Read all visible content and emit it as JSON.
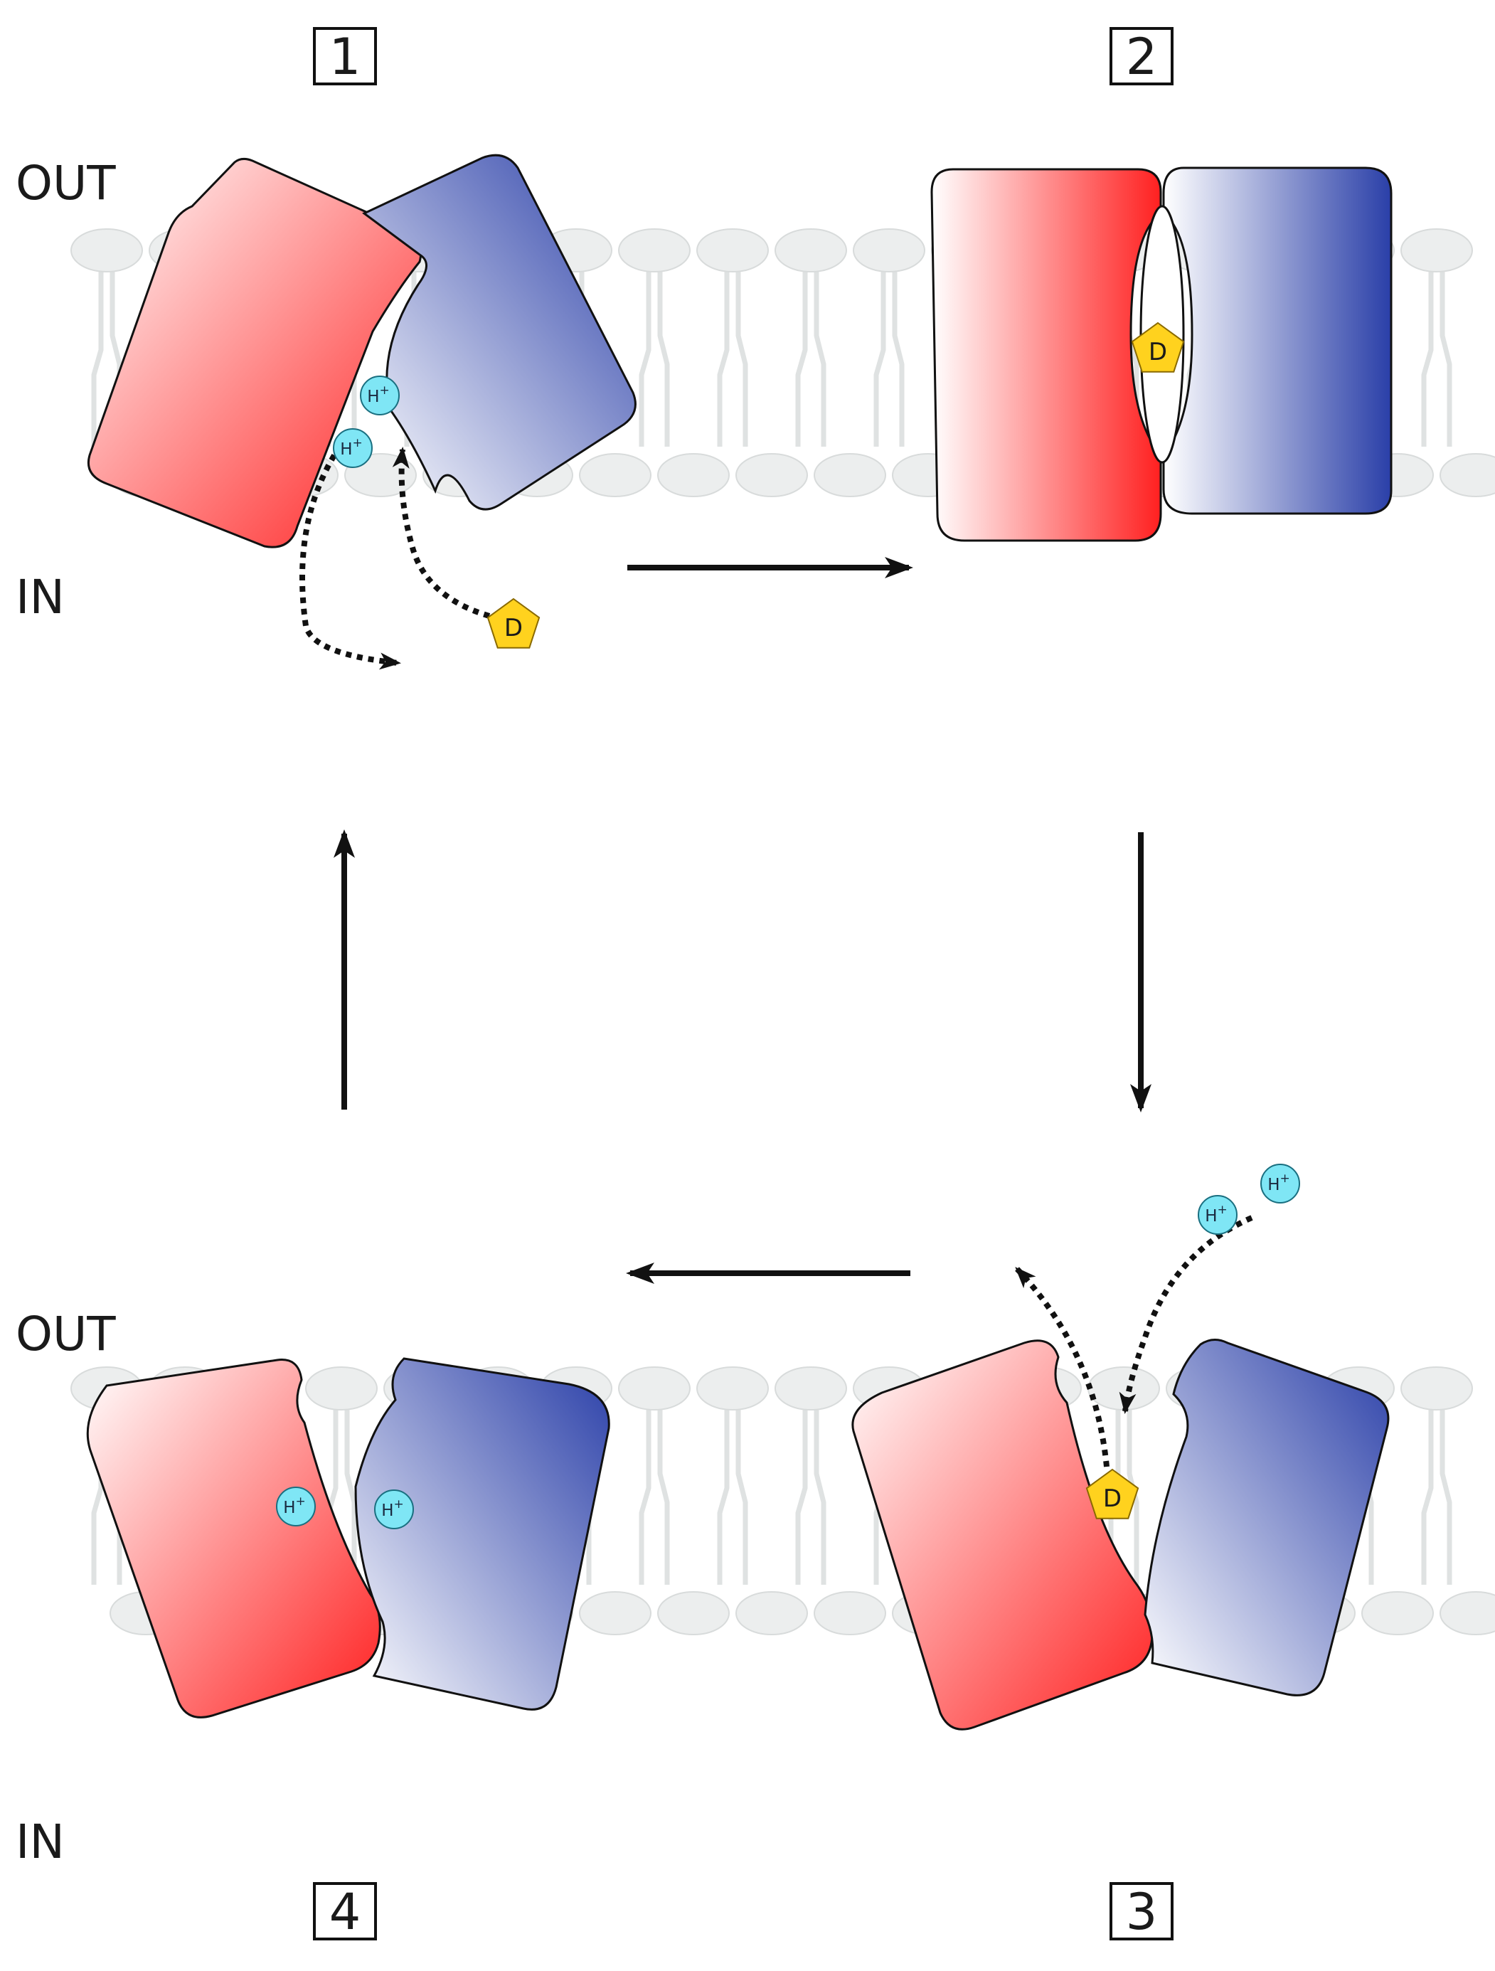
{
  "labels": {
    "out": "OUT",
    "in": "IN"
  },
  "states": [
    {
      "number": "1"
    },
    {
      "number": "2"
    },
    {
      "number": "3"
    },
    {
      "number": "4"
    }
  ],
  "ion": {
    "symbol": "H",
    "charge": "+"
  },
  "substrate": {
    "symbol": "D"
  },
  "colors": {
    "domain_a": "#ff2a2a",
    "domain_b": "#2a3fa8",
    "proton": "#7fe6f5",
    "substrate": "#ffd21e",
    "membrane": "#eceeee"
  }
}
